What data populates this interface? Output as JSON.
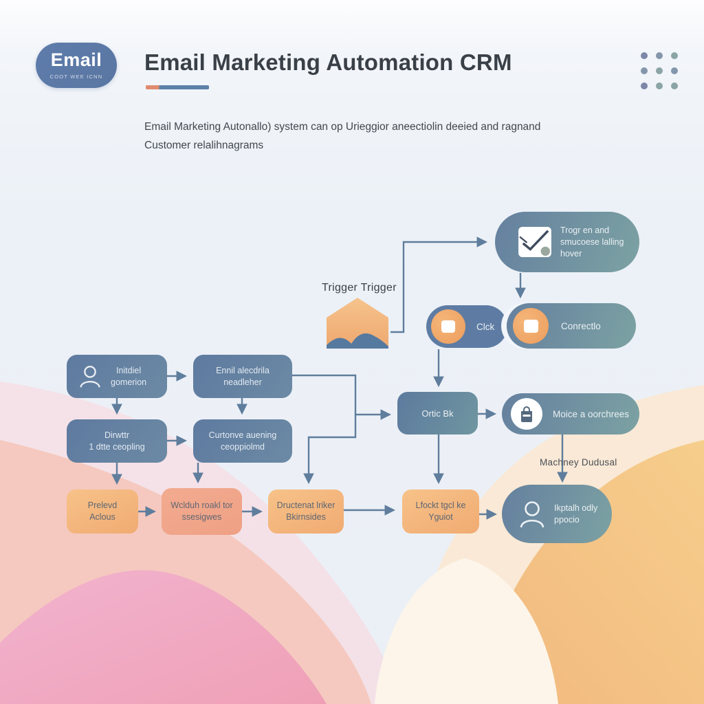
{
  "header": {
    "logo": {
      "title": "Email",
      "subtitle": "COOT WEE ICNN"
    },
    "title": "Email Marketing Automation CRM",
    "description_line1": "Email Marketing Autonallo) system can op Urieggior aneectiolin deeied and ragnand",
    "description_line2": "Customer relalihnagrams",
    "menu_icon": "grid-dots-menu"
  },
  "labels": {
    "trigger": "Trigger Trigger",
    "machine": "Machney Dudusal"
  },
  "nodes": {
    "trigger_pill": {
      "line1": "Trogr en and",
      "line2": "smucoese lalling",
      "line3": "hover",
      "icon": "envelope-check-icon"
    },
    "click_pill": {
      "label": "Clck",
      "icon": "square-stop-icon"
    },
    "connection_pill": {
      "label": "Conrectlo",
      "icon": "square-stop-icon"
    },
    "initial": {
      "line1": "Initdiel",
      "line2": "gomerion",
      "icon": "person-icon"
    },
    "newsletter": {
      "line1": "Ennil alecdrila",
      "line2": "neadleher"
    },
    "director": {
      "line1": "Dirwttr",
      "line2": "1 dtte ceopling"
    },
    "customer": {
      "line1": "Curtonve auening",
      "line2": "ceoppiolmd"
    },
    "click_box": {
      "label": "Ortic Bk"
    },
    "purchase_pill": {
      "label": "Moice a oorchrees",
      "icon": "shopping-bag-icon"
    },
    "prelevd": {
      "line1": "Prelevd",
      "line2": "Aclous"
    },
    "wclduh": {
      "line1": "Wclduh roakl tor",
      "line2": "ssesigwes"
    },
    "dructenat": {
      "line1": "Dructenat lriker",
      "line2": "Bkirnsides"
    },
    "lfockt": {
      "line1": "Lfockt tgcl ke",
      "line2": "Yguiot"
    },
    "person_pill": {
      "line1": "Ikptalh odly",
      "line2": "ppocio",
      "icon": "person-icon"
    }
  },
  "colors": {
    "node_blue": "#5f7ba1",
    "node_teal": "#7aa2a3",
    "node_orange": "#f4b87c",
    "node_salmon": "#efa084",
    "accent_orange": "#f0a865",
    "connector": "#5f7d9c",
    "title_text": "#3a4047",
    "underline_salmon": "#e08b70",
    "underline_blue": "#5c80a8",
    "wave_pink": "#efa5c1",
    "wave_gold": "#f5c988",
    "wave_cream": "#fdf5ea"
  }
}
